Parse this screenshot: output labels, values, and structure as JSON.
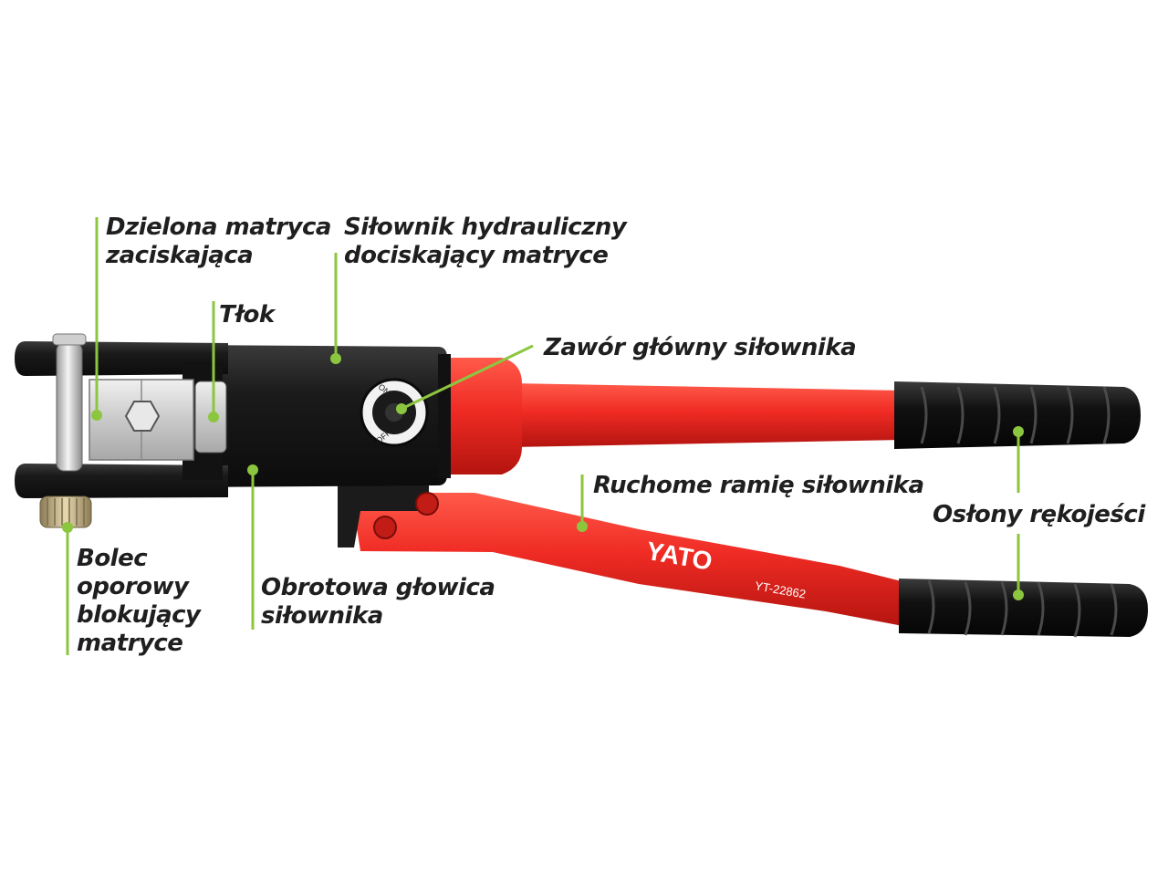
{
  "colors": {
    "accent": "#8cc63f",
    "body_black": "#1e1e1e",
    "handle_red": "#ef2b24",
    "die_silver": "#d9d9d9",
    "text": "#1f1f1f"
  },
  "brand": {
    "logo": "YATO",
    "model": "YT-22862"
  },
  "valve_marks": {
    "on": "ON",
    "off": "OFF"
  },
  "labels": {
    "split_die": {
      "line1": "Dzielona matryca",
      "line2": "zaciskająca"
    },
    "cylinder": {
      "line1": "Siłownik hydrauliczny",
      "line2": "dociskający matryce"
    },
    "piston": {
      "line1": "Tłok"
    },
    "main_valve": {
      "line1": "Zawór główny siłownika"
    },
    "moving_arm": {
      "line1": "Ruchome ramię siłownika"
    },
    "grip_covers": {
      "line1": "Osłony rękojeści"
    },
    "locking_pin": {
      "line1": "Bolec",
      "line2": "oporowy",
      "line3": "blokujący",
      "line4": "matryce"
    },
    "rotating_head": {
      "line1": "Obrotowa głowica",
      "line2": "siłownika"
    }
  }
}
